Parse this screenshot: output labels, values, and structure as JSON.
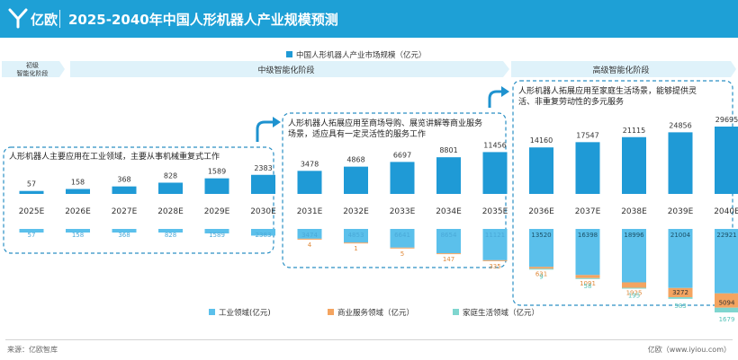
{
  "header": {
    "brand": "亿欧",
    "title": "2025-2040年中国人形机器人产业规模预测"
  },
  "footer": {
    "source": "来源：亿欧智库",
    "site": "亿欧（www.iyiou.com）"
  },
  "colors": {
    "header": "#1ea0d6",
    "bar_total": "#1f9ad6",
    "industrial": "#5bc0eb",
    "commercial": "#f4a460",
    "household": "#7fd6cf",
    "phase_band": "#dff2fa",
    "dashed_border": "#2a8fc4",
    "arrow": "#1e92cf"
  },
  "phases": [
    {
      "label": "初级\n智能化阶段",
      "start": 0,
      "end": 0
    },
    {
      "label": "中级智能化阶段",
      "start": 0,
      "end": 10
    },
    {
      "label": "高级智能化阶段",
      "start": 11,
      "end": 15
    }
  ],
  "annotations": [
    {
      "text": "人形机器人主要应用在工业领域，主要从事机械重复式工作"
    },
    {
      "text": "人形机器人拓展应用至商场导购、展览讲解等商业服务场景，适应具有一定灵活性的服务工作"
    },
    {
      "text": "人形机器人拓展应用至家庭生活场景，能够提供灵活、非重复劳动性的多元服务"
    }
  ],
  "chart_data": {
    "type": "bar",
    "legend_total": "中国人形机器人产业市场规模（亿元）",
    "legend_segments": [
      "工业领域(亿元)",
      "商业服务领域（亿元）",
      "家庭生活领域（亿元）"
    ],
    "categories": [
      "2025E",
      "2026E",
      "2027E",
      "2028E",
      "2029E",
      "2030E",
      "2031E",
      "2032E",
      "2033E",
      "2034E",
      "2035E",
      "2036E",
      "2037E",
      "2038E",
      "2039E",
      "2040E"
    ],
    "total": [
      57,
      158,
      368,
      828,
      1589,
      2383,
      3478,
      4868,
      6697,
      8801,
      11456,
      14160,
      17547,
      21115,
      24856,
      29695
    ],
    "industrial": [
      57,
      158,
      368,
      828,
      1589,
      2383,
      3474,
      4853,
      6641,
      8654,
      11121,
      13520,
      16398,
      18996,
      21004,
      22921
    ],
    "commercial": [
      0,
      0,
      0,
      0,
      0,
      0,
      4,
      1,
      5,
      147,
      335,
      631,
      1091,
      1925,
      3272,
      5094
    ],
    "household": [
      0,
      0,
      0,
      0,
      0,
      0,
      0,
      0,
      0,
      0,
      0,
      9,
      58,
      195,
      583,
      1679
    ]
  }
}
